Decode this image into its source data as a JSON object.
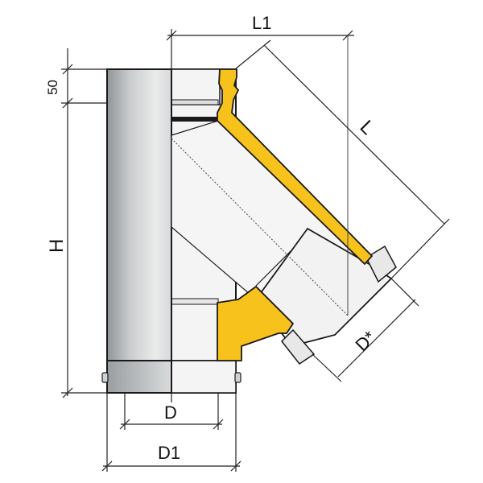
{
  "labels": {
    "l1": "L1",
    "l": "L",
    "h": "H",
    "fifty": "50",
    "d": "D",
    "d1": "D1",
    "d_star": "D*"
  },
  "colors": {
    "insulation": "#f7c21b",
    "outline": "#1a1a1a",
    "pipe_shade": "#b9bcbe",
    "pipe_face": "#f3f3f3",
    "dim_line": "#222222"
  }
}
